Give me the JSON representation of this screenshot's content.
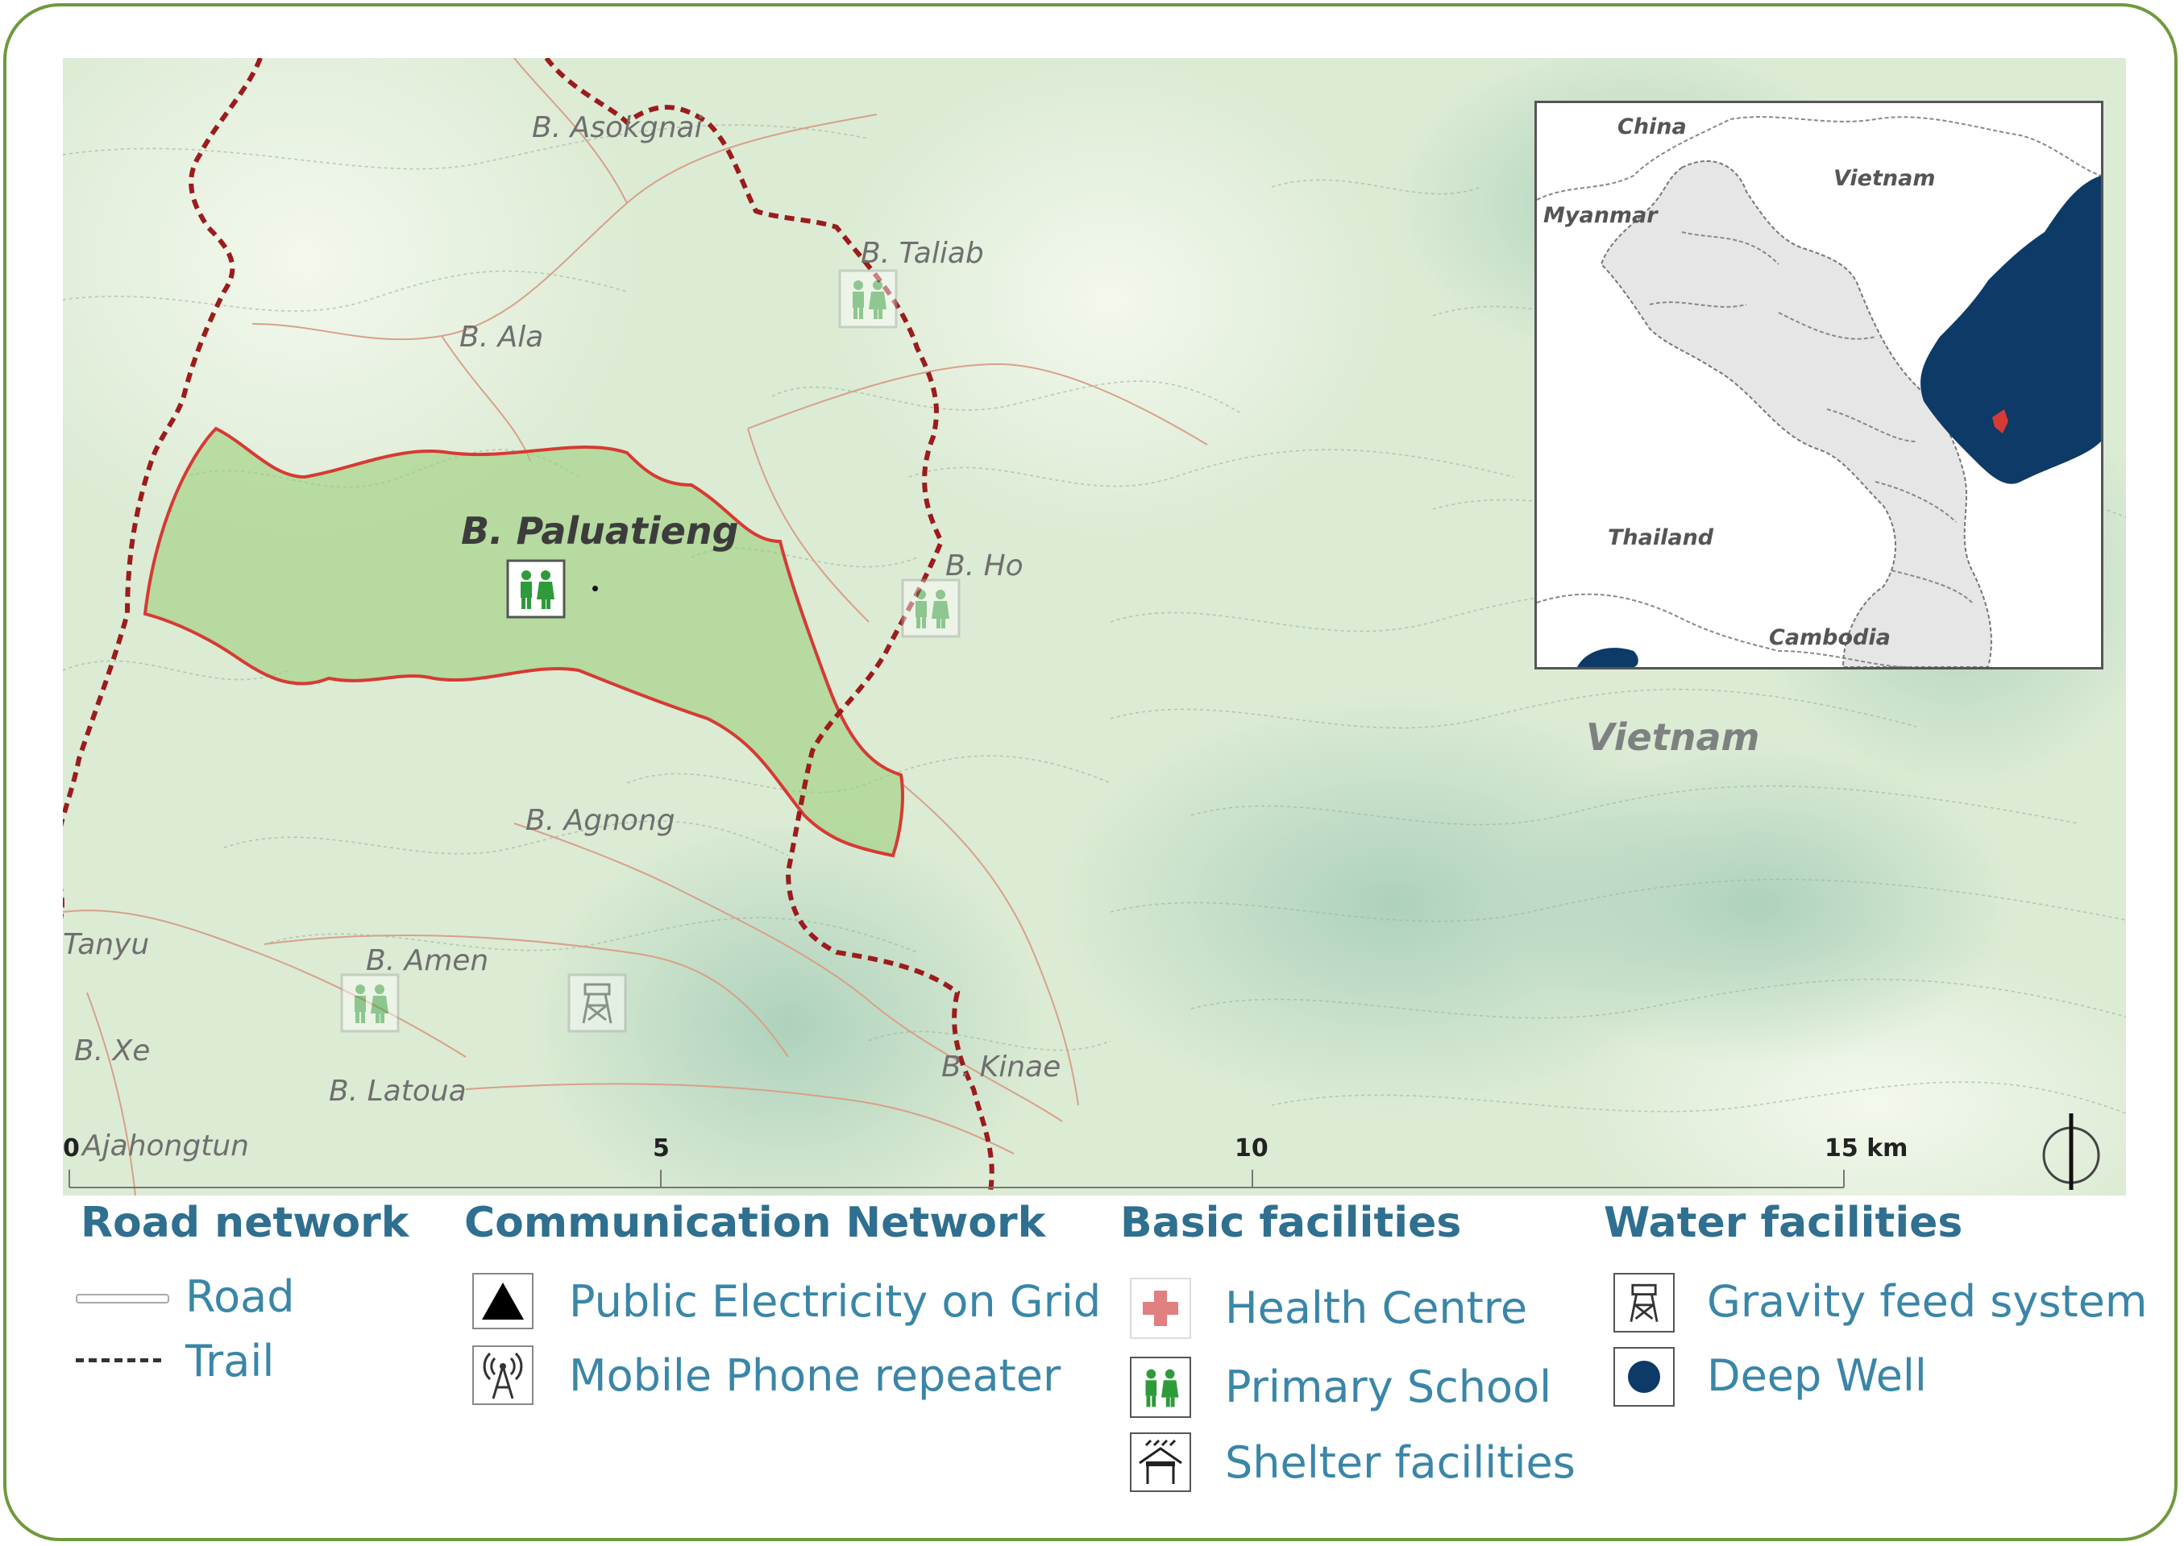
{
  "map": {
    "villages": {
      "asokgnai": "B. Asokgnai",
      "taliab": "B. Taliab",
      "ala": "B. Ala",
      "paluatieng": "B. Paluatieng",
      "ho": "B. Ho",
      "agnong": "B. Agnong",
      "tanyu": "Tanyu",
      "amen": "B. Amen",
      "xe": "B. Xe",
      "latoua": "B. Latoua",
      "kinae": "B. Kinae",
      "ajahongtun": "Ajahongtun"
    },
    "country_label": "Vietnam",
    "scale_bar": {
      "ticks": [
        "0",
        "5",
        "10",
        "15 km"
      ]
    },
    "north_arrow_icon": "north-arrow-icon",
    "colors": {
      "trail": "#9b1c1c",
      "highlight_fill": "#9ccf7c",
      "highlight_border": "#d63a34",
      "sea": "#0d3a66",
      "school_icon": "#2e9a3a"
    }
  },
  "inset": {
    "labels": {
      "china": "China",
      "vietnam": "Vietnam",
      "myanmar": "Myanmar",
      "thailand": "Thailand",
      "cambodia": "Cambodia"
    }
  },
  "legend": {
    "road_network": {
      "heading": "Road network",
      "road": "Road",
      "trail": "Trail"
    },
    "communication": {
      "heading": "Communication Network",
      "electricity": "Public Electricity on Grid",
      "repeater": "Mobile Phone repeater"
    },
    "basic": {
      "heading": "Basic facilities",
      "health": "Health Centre",
      "school": "Primary School",
      "shelter": "Shelter facilities"
    },
    "water": {
      "heading": "Water facilities",
      "gravity": "Gravity feed system",
      "well": "Deep Well"
    },
    "icons": [
      "triangle-icon",
      "antenna-tower-icon",
      "health-cross-icon",
      "school-children-icon",
      "shelter-icon",
      "water-tower-icon",
      "deep-well-icon"
    ]
  }
}
